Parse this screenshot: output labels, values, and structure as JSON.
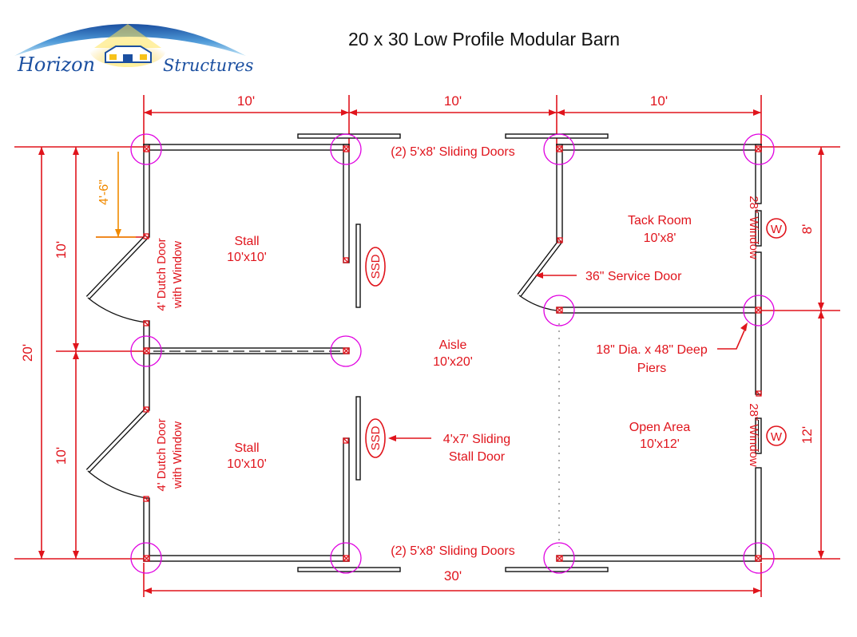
{
  "title": "20 x 30 Low Profile Modular Barn",
  "logo": {
    "word1": "Horizon",
    "word2": "Structures"
  },
  "colors": {
    "dimension": "#e0141c",
    "pier": "#e000e0",
    "wall": "#111111",
    "accent": "#f08a00"
  },
  "dimensions": {
    "top": [
      "10'",
      "10'",
      "10'"
    ],
    "bottom": "30'",
    "left_total": "20'",
    "left_halves": [
      "10'",
      "10'"
    ],
    "left_offset": "4'-6\"",
    "right": [
      "8'",
      "12'"
    ]
  },
  "rooms": {
    "stall_top": {
      "name": "Stall",
      "size": "10'x10'"
    },
    "stall_bottom": {
      "name": "Stall",
      "size": "10'x10'"
    },
    "aisle": {
      "name": "Aisle",
      "size": "10'x20'"
    },
    "tack": {
      "name": "Tack Room",
      "size": "10'x8'"
    },
    "open": {
      "name": "Open Area",
      "size": "10'x12'"
    }
  },
  "callouts": {
    "sliding_doors_top": "(2) 5'x8' Sliding Doors",
    "sliding_doors_bottom": "(2) 5'x8' Sliding Doors",
    "service_door": "36\" Service Door",
    "piers_line1": "18\" Dia. x 48\" Deep",
    "piers_line2": "Piers",
    "stall_door_line1": "4'x7' Sliding",
    "stall_door_line2": "Stall Door",
    "ssd": "SSD",
    "dutch_line1": "4' Dutch Door",
    "dutch_line2": "with Window",
    "window": "28\" Window",
    "w": "W"
  }
}
